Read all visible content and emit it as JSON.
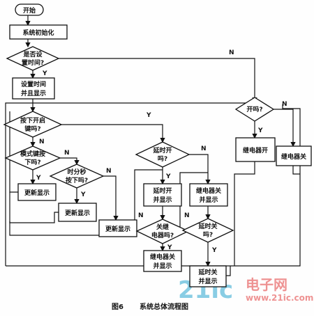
{
  "nodes": {
    "start": "开始",
    "init": "系统初始化",
    "set_time_q": [
      "是否设",
      "置时间?"
    ],
    "set_time_show": [
      "设置时间",
      "并且显示"
    ],
    "open_key_q": [
      "按下开启",
      "键吗?"
    ],
    "mode_key_q": [
      "模式键按",
      "下吗?"
    ],
    "update1": "更新显示",
    "hms_q": [
      "时分秒",
      "按下吗?"
    ],
    "update2": "更新显示",
    "update3": "更新显示",
    "delay_open_q": [
      "延时开",
      "吗?"
    ],
    "delay_open_show": [
      "延时开",
      "并显示"
    ],
    "relay_off_show": [
      "继电器关",
      "并显示"
    ],
    "relay_off_q": [
      "关继",
      "电器吗?"
    ],
    "delay_off_q": [
      "延时关",
      "吗?"
    ],
    "relay_off_show2": [
      "继电器关",
      "并显示"
    ],
    "delay_off_show": [
      "延时关",
      "并显示"
    ],
    "open_q": "开吗?",
    "relay_on": "继电器开",
    "relay_off": "继电器关"
  },
  "branch_labels": {
    "yes": "Y",
    "no": "N"
  },
  "caption": {
    "number": "图6",
    "title": "系统总体流程图"
  },
  "watermark": {
    "main": "21ic",
    "cn": "电子网",
    "url": "www.21ic.com"
  }
}
